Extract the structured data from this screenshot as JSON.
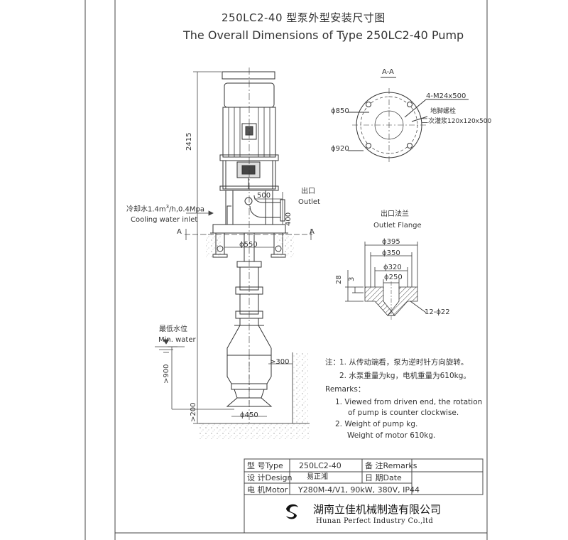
{
  "title": {
    "cn": "250LC2-40 型泵外型安装尺寸图",
    "en": "The Overall Dimensions of Type 250LC2-40 Pump"
  },
  "section_label": "A-A",
  "section_mark_left": "A",
  "section_mark_right": "A",
  "dims": {
    "overall_height": "2415",
    "outlet_offset": "500",
    "outlet_height": "400",
    "base_width": "ϕ550",
    "submergence": ">900",
    "bottom_clearance": ">200",
    "wall_clearance": ">300",
    "bell_diameter": "ϕ450",
    "outer_circle": "ϕ850",
    "bolt_circle": "ϕ920",
    "bolts": "4-M24x500",
    "anchor_cn": "地脚螺栓",
    "grout_cn": "二次灌浆120x120x500"
  },
  "outlet": {
    "cn": "出口",
    "en": "Outlet"
  },
  "outlet_flange": {
    "cn": "出口法兰",
    "en": "Outlet Flange"
  },
  "flange_dims": {
    "d1": "ϕ395",
    "d2": "ϕ350",
    "d3": "ϕ320",
    "d4": "ϕ250",
    "thickness": "28",
    "raised_face": "3",
    "holes": "12-ϕ22"
  },
  "cooling_water": {
    "cn_prefix": "冷却水1.4m",
    "sup": "3",
    "cn_suffix": "/h,0.4Mpa",
    "en": "Cooling water inlet"
  },
  "min_water": {
    "cn": "最低水位",
    "en": "Min. water"
  },
  "notes": {
    "cn_head": "注：",
    "cn1": "1. 从传动端看，泵为逆时针方向旋转。",
    "cn2": "2. 水泵重量为kg，电机重量为610kg。",
    "en_head": "Remarks：",
    "en1a": "1. Viewed from driven end, the rotation",
    "en1b": "of pump is  counter clockwise.",
    "en2a": "2. Weight of pump kg.",
    "en2b": "Weight of motor 610kg."
  },
  "title_block": {
    "type_label": "型 号Type",
    "type_value": "250LC2-40",
    "remarks_label": "备 注Remarks",
    "design_label": "设 计Design",
    "designer": "易正湘",
    "date_label": "日 期Date",
    "motor_label": "电 机Motor",
    "motor_value": "Y280M-4/V1, 90kW, 380V, IP44"
  },
  "company": {
    "cn": "湖南立佳机械制造有限公司",
    "en": "Hunan Perfect Industry Co.,ltd"
  }
}
